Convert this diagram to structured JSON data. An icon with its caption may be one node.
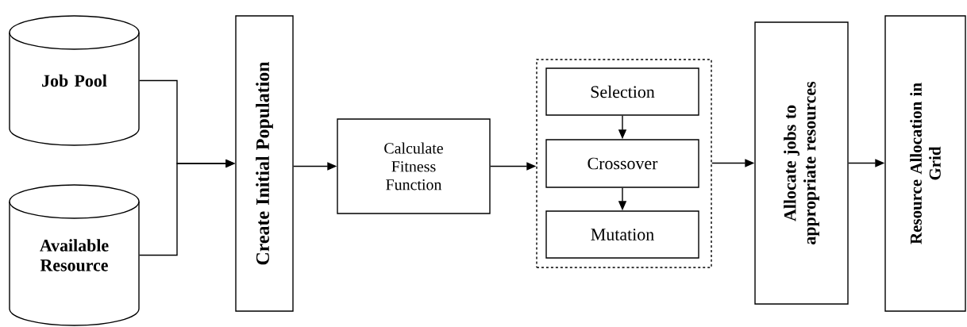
{
  "diagram": {
    "nodes": [
      {
        "text": [
          "Job Pool"
        ]
      },
      {
        "text": [
          "Available Resource"
        ]
      },
      {
        "text": [
          "Create Initial Population"
        ]
      },
      {
        "text": [
          "Calculate Fitness Function"
        ]
      },
      {
        "text": [],
        "shape": "box"
      },
      {
        "text": [
          "Selection"
        ],
        "in": 4
      },
      {
        "text": [
          "Crossover"
        ],
        "in": 4
      },
      {
        "text": [
          "Mutation"
        ],
        "in": 4
      },
      {
        "text": [
          "Allocate jobs to appropriate resources"
        ]
      },
      {
        "text": [
          "Resource Allocation in Grid"
        ]
      }
    ],
    "edges": [
      {
        "from": 0,
        "to": 2,
        "arrow": "to"
      },
      {
        "from": 1,
        "to": 2,
        "arrow": "to"
      },
      {
        "from": 2,
        "to": 3,
        "arrow": "to"
      },
      {
        "from": 3,
        "to": 4,
        "arrow": "to"
      },
      {
        "from": 5,
        "to": 6,
        "arrow": "to"
      },
      {
        "from": 6,
        "to": 7,
        "arrow": "to"
      },
      {
        "from": 4,
        "to": 8,
        "arrow": "to"
      },
      {
        "from": 8,
        "to": 9,
        "arrow": "to"
      }
    ]
  }
}
